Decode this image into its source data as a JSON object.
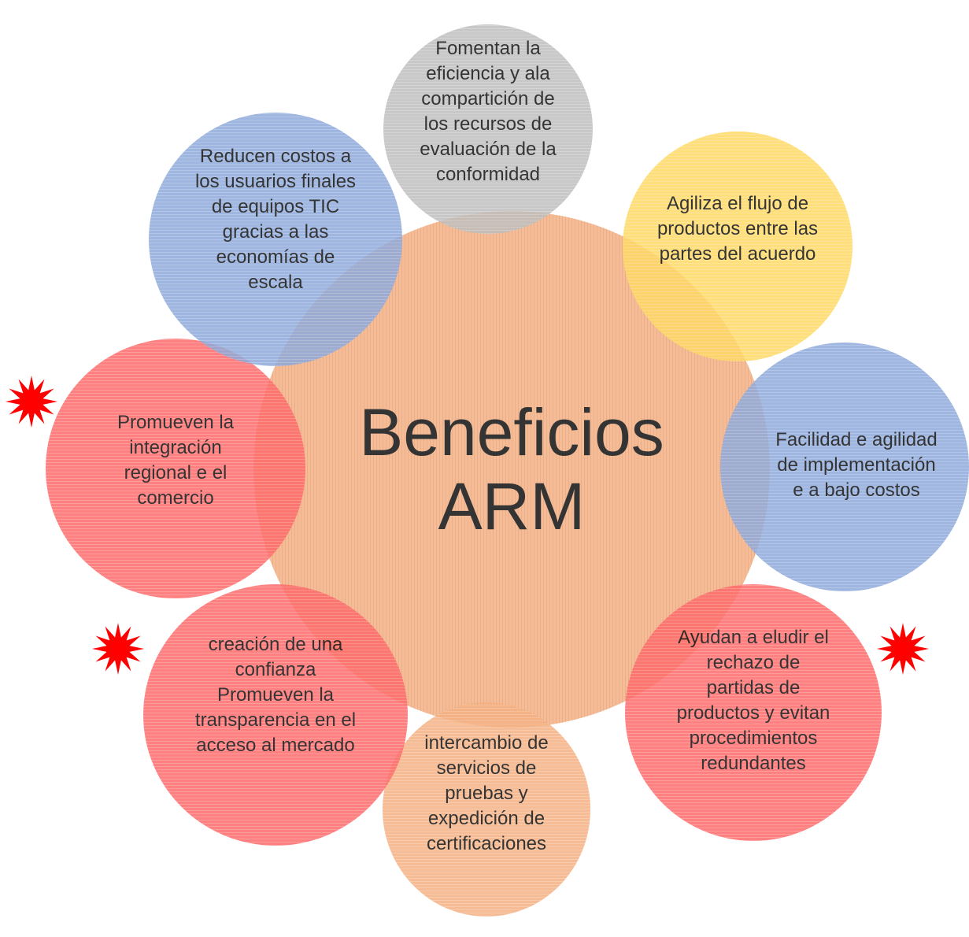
{
  "center": {
    "label": "Beneficios\nARM",
    "color": "#f4b183"
  },
  "benefits": [
    {
      "label": "Fomentan la\neficiencia y ala\ncompartición de\nlos recursos de\nevaluación de la\nconformidad",
      "color": "#bfbfbf",
      "marked": false
    },
    {
      "label": "Agiliza el flujo de\nproductos entre las\npartes del acuerdo",
      "color": "#ffd966",
      "marked": false
    },
    {
      "label": "Facilidad e agilidad\nde implementación\ne a bajo costos",
      "color": "#8eaadb",
      "marked": false
    },
    {
      "label": "Ayudan a eludir el\nrechazo de\npartidas de\nproductos y evitan\nprocedimientos\nredundantes",
      "color": "#ff6b6b",
      "marked": true
    },
    {
      "label": "intercambio de\nservicios de\npruebas y\nexpedición de\ncertificaciones",
      "color": "#f4b183",
      "marked": false
    },
    {
      "label": "creación de una\nconfianza\nPromueven la\ntransparencia en el\nacceso al mercado",
      "color": "#ff6b6b",
      "marked": true
    },
    {
      "label": "Promueven la\nintegración\nregional e el\ncomercio",
      "color": "#ff6b6b",
      "marked": true
    },
    {
      "label": "Reducen costos a\nlos usuarios finales\nde equipos TIC\ngracias a las\neconomías de\nescala",
      "color": "#8eaadb",
      "marked": false
    }
  ],
  "marker_icon": "red-sun-star-icon",
  "marker_color": "#ff0000"
}
